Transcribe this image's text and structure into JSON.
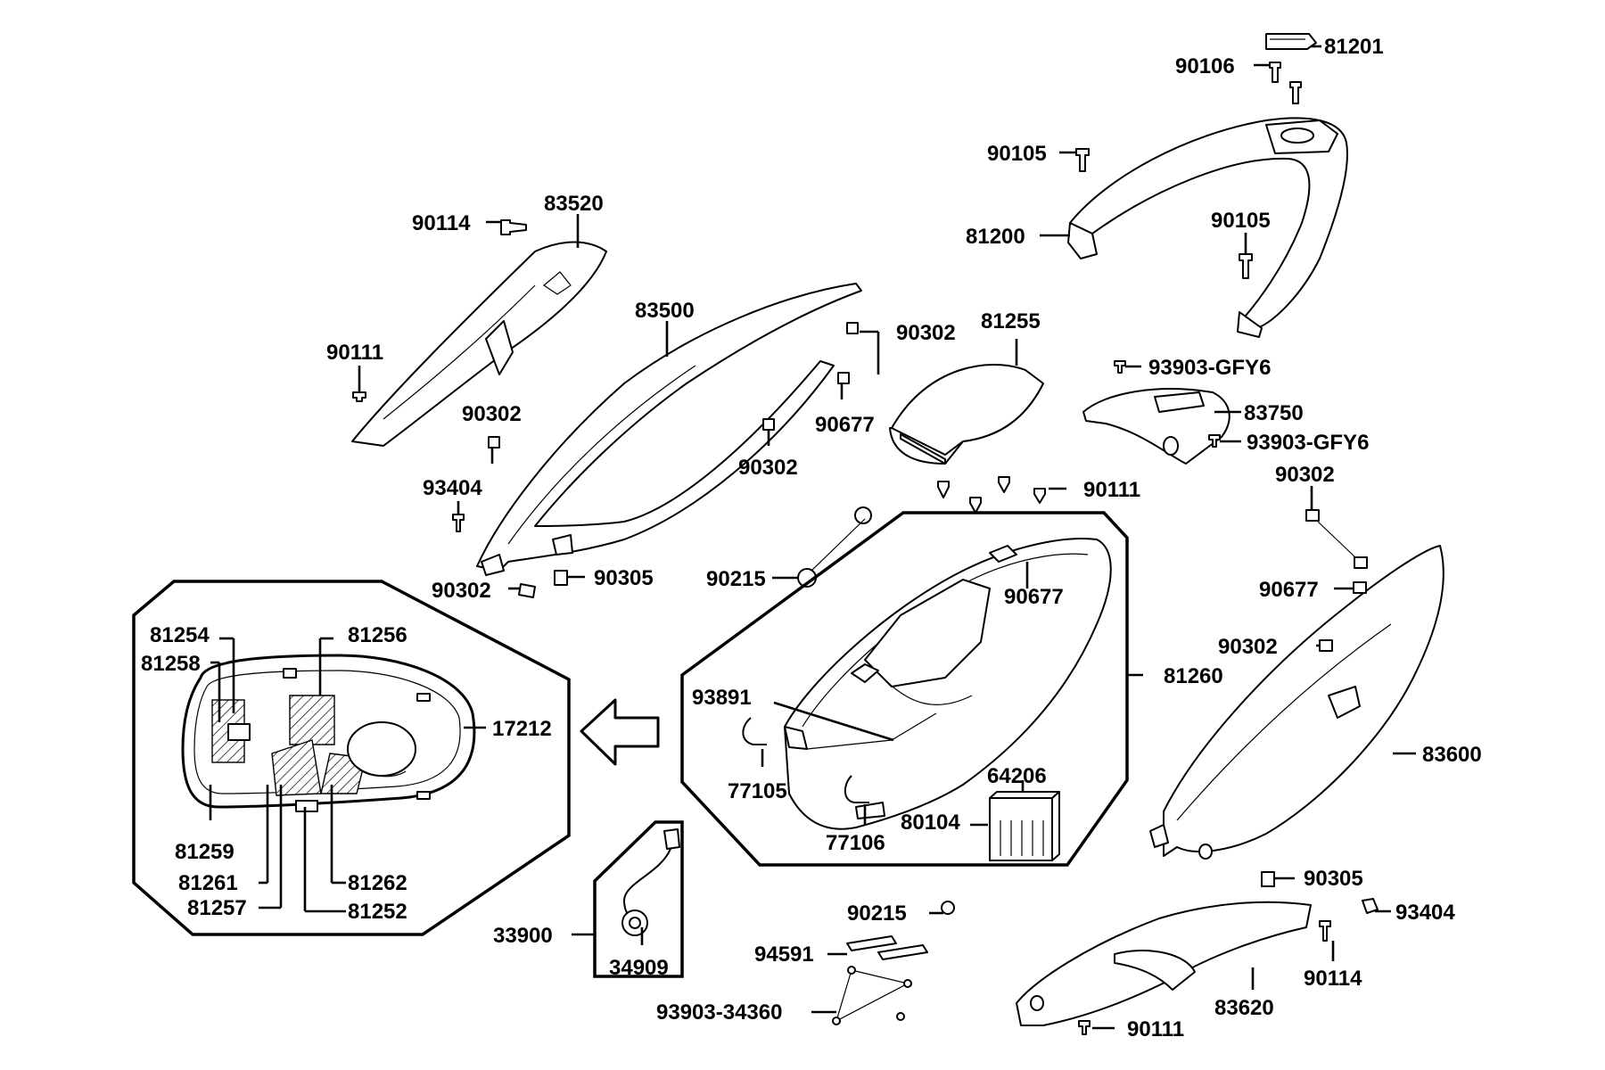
{
  "labels": {
    "p81201": "81201",
    "p90106": "90106",
    "p90105a": "90105",
    "p90105b": "90105",
    "p81200": "81200",
    "p83520": "83520",
    "p90114a": "90114",
    "p83500": "83500",
    "p90111a": "90111",
    "p90302a": "90302",
    "p81255": "81255",
    "p93903a": "93903-GFY6",
    "p83750": "83750",
    "p93903b": "93903-GFY6",
    "p90302b": "90302",
    "p90677a": "90677",
    "p90302c": "90302",
    "p93404a": "93404",
    "p90111b": "90111",
    "p90302d": "90302",
    "p90302e": "90302",
    "p90305a": "90305",
    "p90215a": "90215",
    "p90677b": "90677",
    "p90677c": "90677",
    "p81254": "81254",
    "p81256": "81256",
    "p81258": "81258",
    "p90302f": "90302",
    "p81260": "81260",
    "p93891": "93891",
    "p17212": "17212",
    "p83600": "83600",
    "p64206": "64206",
    "p77105": "77105",
    "p80104": "80104",
    "p77106": "77106",
    "p81259": "81259",
    "p81262": "81262",
    "p81261": "81261",
    "p81257": "81257",
    "p81252": "81252",
    "p90305b": "90305",
    "p90215b": "90215",
    "p93404b": "93404",
    "p33900": "33900",
    "p34909": "34909",
    "p94591": "94591",
    "p90114b": "90114",
    "p93903c": "93903-34360",
    "p83620": "83620",
    "p90111c": "90111"
  }
}
